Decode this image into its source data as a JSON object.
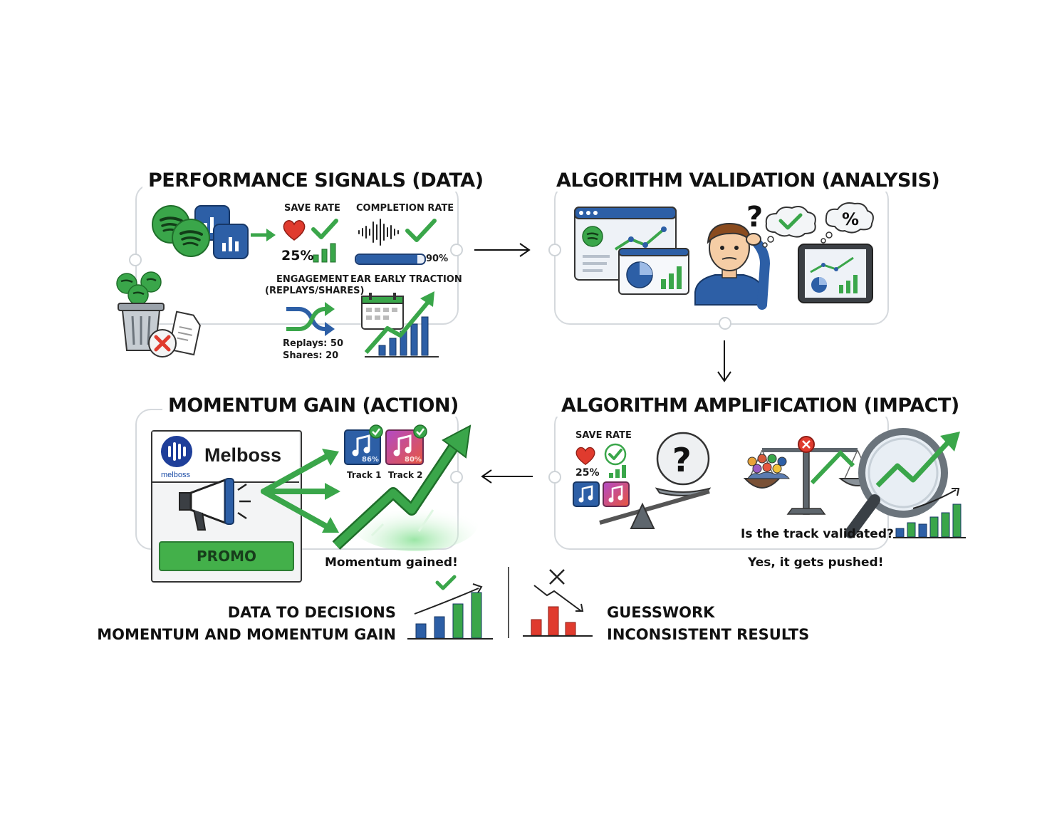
{
  "panels": {
    "signals": {
      "title": "PERFORMANCE SIGNALS (DATA)",
      "save_rate_label": "SAVE RATE",
      "save_rate_value": "25%",
      "completion_label": "COMPLETION RATE",
      "completion_value": "90%",
      "completion_fraction": 0.9,
      "engagement_label_1": "ENGAGEMENT",
      "engagement_label_2": "(REPLAYS/SHARES)",
      "early_traction_label": "EAR EARLY TRACTION",
      "replays": "Replays: 50",
      "shares": "Shares: 20"
    },
    "validation": {
      "title": "ALGORITHM VALIDATION (ANALYSIS)"
    },
    "momentum": {
      "title": "MOMENTUM GAIN (ACTION)",
      "brand": "Melboss",
      "brand_small": "melboss",
      "promo_label": "PROMO",
      "track1_label": "Track 1",
      "track2_label": "Track 2",
      "track1_pct": "86%",
      "track2_pct": "80%",
      "caption": "Momentum gained!"
    },
    "amplification": {
      "title": "ALGORITHM AMPLIFICATION (IMPACT)",
      "save_rate_label": "SAVE RATE",
      "save_rate_value": "25%",
      "question": "Is the track validated?",
      "caption": "Yes, it gets pushed!"
    }
  },
  "bottom": {
    "left_line1": "DATA TO DECISIONS",
    "left_line2": "MOMENTUM AND MOMENTUM GAIN",
    "right_line1": "GUESSWORK",
    "right_line2": "INCONSISTENT RESULTS"
  },
  "colors": {
    "green": "#3aa64a",
    "dark_green": "#24772f",
    "blue": "#2d5fa6",
    "red": "#e03b2e",
    "panel_border": "#d5d9dd"
  },
  "icons": [
    "spotify-icon",
    "bar-chart-icon",
    "heart-icon",
    "check-icon",
    "waveform-icon",
    "shuffle-icon",
    "calendar-icon",
    "trash-icon",
    "document-icon",
    "x-circle-icon",
    "browser-icon",
    "pie-chart-icon",
    "person-icon",
    "question-icon",
    "thought-bubble-icon",
    "percent-icon",
    "tablet-icon",
    "megaphone-icon",
    "music-note-icon",
    "growth-arrow-icon",
    "scale-icon",
    "crowd-icon",
    "magnifier-icon",
    "flow-arrow-icon"
  ]
}
